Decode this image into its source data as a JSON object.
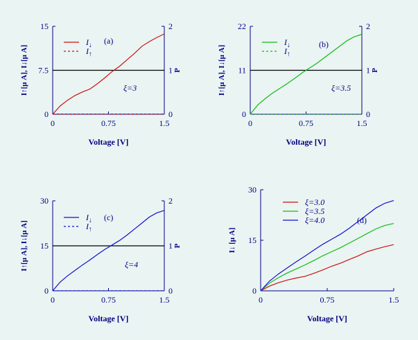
{
  "colors": {
    "background": "#eaf4f3",
    "axis_left": "#000080",
    "axis_right": "#000080",
    "tick_text": "#000080",
    "label_text": "#000080",
    "down_red": "#cc1111",
    "down_green": "#11bb11",
    "down_blue": "#1111cc"
  },
  "chart_data": [
    {
      "id": "a",
      "type": "line",
      "panel_label": "(a)",
      "annotation": "ξ=3",
      "xlabel": "Voltage [V]",
      "ylabel": "I↑[μ A],  I↓[μ A]",
      "y2label": "P",
      "xlim": [
        0,
        1.5
      ],
      "ylim": [
        0,
        15
      ],
      "y2lim": [
        0,
        2
      ],
      "x_ticks": [
        "0",
        "0.75",
        "1.5"
      ],
      "y_ticks": [
        "0",
        "7.5",
        "15"
      ],
      "y2_ticks": [
        "0",
        "1",
        "2"
      ],
      "hline_y2": 1,
      "series": [
        {
          "name": "I↓",
          "color": "#cc1111",
          "dash": "solid",
          "x": [
            0,
            0.1,
            0.2,
            0.3,
            0.4,
            0.5,
            0.6,
            0.7,
            0.8,
            0.9,
            1.0,
            1.1,
            1.2,
            1.3,
            1.4,
            1.5
          ],
          "y": [
            0,
            1.4,
            2.4,
            3.2,
            3.8,
            4.3,
            5.2,
            6.2,
            7.3,
            8.2,
            9.3,
            10.4,
            11.6,
            12.4,
            13.1,
            13.7
          ]
        },
        {
          "name": "I↑",
          "color": "#cc1111",
          "dash": "dotted",
          "x": [
            0,
            1.5
          ],
          "y": [
            0.05,
            0.05
          ]
        }
      ]
    },
    {
      "id": "b",
      "type": "line",
      "panel_label": "(b)",
      "annotation": "ξ=3.5",
      "xlabel": "Voltage [V]",
      "ylabel": "I↑[μ A],  I↓[μ A]",
      "y2label": "P",
      "xlim": [
        0,
        1.5
      ],
      "ylim": [
        0,
        22
      ],
      "y2lim": [
        0,
        2
      ],
      "x_ticks": [
        "0",
        "0.75",
        "1.5"
      ],
      "y_ticks": [
        "0",
        "11",
        "22"
      ],
      "y2_ticks": [
        "0",
        "1",
        "2"
      ],
      "hline_y2": 1,
      "series": [
        {
          "name": "I↓",
          "color": "#11bb11",
          "dash": "solid",
          "x": [
            0,
            0.1,
            0.2,
            0.3,
            0.4,
            0.5,
            0.6,
            0.7,
            0.8,
            0.9,
            1.0,
            1.1,
            1.2,
            1.3,
            1.4,
            1.5
          ],
          "y": [
            0,
            2.3,
            3.9,
            5.3,
            6.5,
            7.7,
            9.0,
            10.4,
            11.6,
            12.8,
            14.2,
            15.6,
            17.0,
            18.4,
            19.4,
            20.0
          ]
        },
        {
          "name": "I↑",
          "color": "#11bb11",
          "dash": "dotted",
          "x": [
            0,
            1.5
          ],
          "y": [
            0.05,
            0.05
          ]
        }
      ]
    },
    {
      "id": "c",
      "type": "line",
      "panel_label": "(c)",
      "annotation": "ξ=4",
      "xlabel": "Voltage [V]",
      "ylabel": "I↑[μ A],  I↓[μ A]",
      "y2label": "P",
      "xlim": [
        0,
        1.5
      ],
      "ylim": [
        0,
        30
      ],
      "y2lim": [
        0,
        2
      ],
      "x_ticks": [
        "0",
        "0.75",
        "1.5"
      ],
      "y_ticks": [
        "0",
        "15",
        "30"
      ],
      "y2_ticks": [
        "0",
        "1",
        "2"
      ],
      "hline_y2": 1,
      "series": [
        {
          "name": "I↓",
          "color": "#1111cc",
          "dash": "solid",
          "x": [
            0,
            0.1,
            0.2,
            0.3,
            0.4,
            0.5,
            0.6,
            0.7,
            0.8,
            0.9,
            1.0,
            1.1,
            1.2,
            1.3,
            1.4,
            1.5
          ],
          "y": [
            0,
            2.9,
            5.0,
            6.8,
            8.6,
            10.3,
            12.1,
            13.8,
            15.3,
            16.8,
            18.6,
            20.6,
            22.6,
            24.6,
            26.0,
            26.8
          ]
        },
        {
          "name": "I↑",
          "color": "#1111cc",
          "dash": "dotted",
          "x": [
            0,
            1.5
          ],
          "y": [
            0.05,
            0.05
          ]
        }
      ]
    },
    {
      "id": "d",
      "type": "line",
      "panel_label": "(d)",
      "xlabel": "Voltage [V]",
      "ylabel": "I↓ [μ A]",
      "xlim": [
        0,
        1.5
      ],
      "ylim": [
        0,
        30
      ],
      "x_ticks": [
        "0",
        "0.75",
        "1.5"
      ],
      "y_ticks": [
        "0",
        "15",
        "30"
      ],
      "series": [
        {
          "name": "ξ=3.0",
          "color": "#cc1111",
          "dash": "solid",
          "x": [
            0,
            0.1,
            0.2,
            0.3,
            0.4,
            0.5,
            0.6,
            0.7,
            0.8,
            0.9,
            1.0,
            1.1,
            1.2,
            1.3,
            1.4,
            1.5
          ],
          "y": [
            0,
            1.4,
            2.4,
            3.2,
            3.8,
            4.3,
            5.2,
            6.2,
            7.3,
            8.2,
            9.3,
            10.4,
            11.6,
            12.4,
            13.1,
            13.7
          ]
        },
        {
          "name": "ξ=3.5",
          "color": "#11bb11",
          "dash": "solid",
          "x": [
            0,
            0.1,
            0.2,
            0.3,
            0.4,
            0.5,
            0.6,
            0.7,
            0.8,
            0.9,
            1.0,
            1.1,
            1.2,
            1.3,
            1.4,
            1.5
          ],
          "y": [
            0,
            2.3,
            3.9,
            5.3,
            6.5,
            7.7,
            9.0,
            10.4,
            11.6,
            12.8,
            14.2,
            15.6,
            17.0,
            18.4,
            19.4,
            20.0
          ]
        },
        {
          "name": "ξ=4.0",
          "color": "#1111cc",
          "dash": "solid",
          "x": [
            0,
            0.1,
            0.2,
            0.3,
            0.4,
            0.5,
            0.6,
            0.7,
            0.8,
            0.9,
            1.0,
            1.1,
            1.2,
            1.3,
            1.4,
            1.5
          ],
          "y": [
            0,
            2.9,
            5.0,
            6.8,
            8.6,
            10.3,
            12.1,
            13.8,
            15.3,
            16.8,
            18.6,
            20.6,
            22.6,
            24.6,
            26.0,
            26.8
          ]
        }
      ]
    }
  ]
}
